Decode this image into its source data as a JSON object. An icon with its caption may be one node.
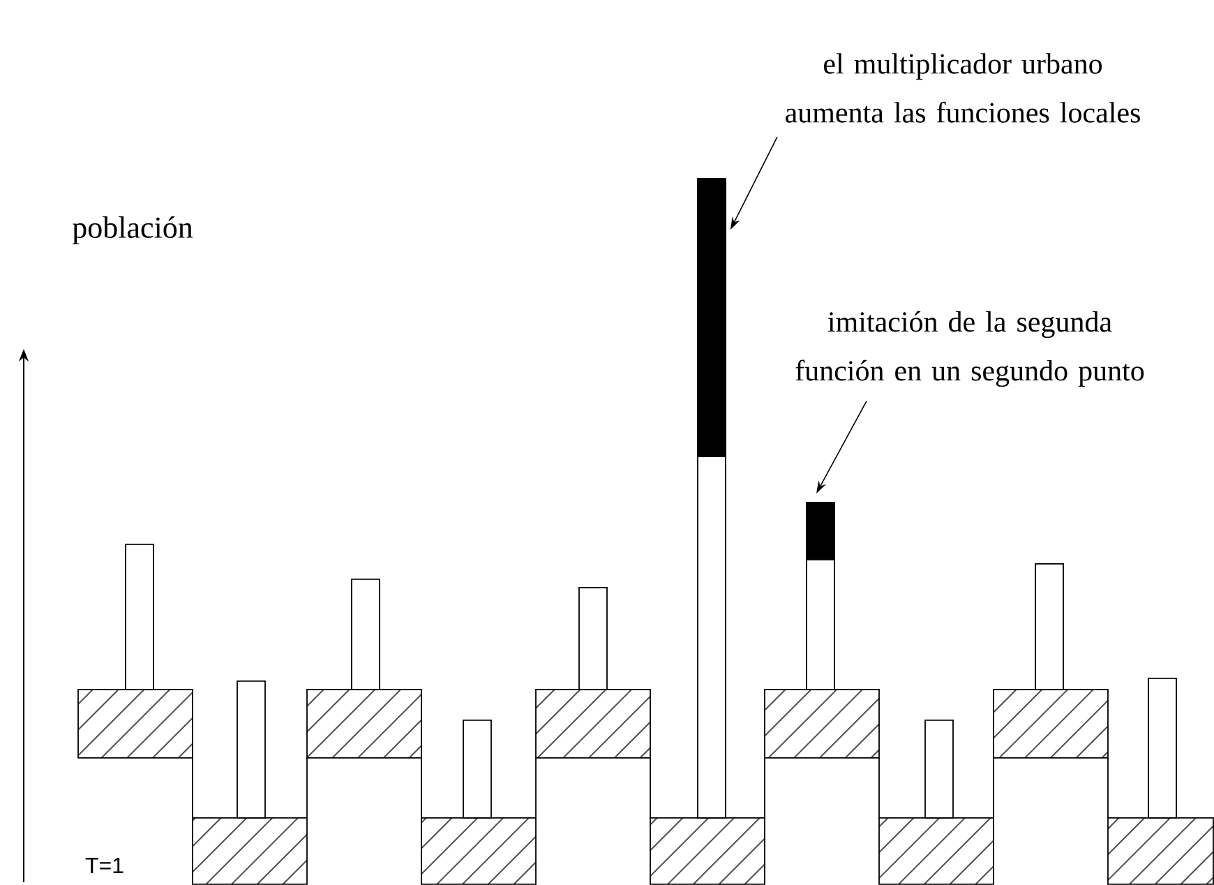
{
  "diagram": {
    "nodes": [
      {
        "text": [
          "el multiplicador urbano aumenta las funciones locales"
        ]
      },
      {
        "text": [],
        "shape": "bar"
      },
      {
        "text": [
          "imitación de la segunda función en un segundo punto"
        ]
      },
      {
        "text": [],
        "shape": "bar"
      }
    ],
    "edges": [
      {
        "from": 0,
        "to": 1,
        "arrow": "to"
      },
      {
        "from": 2,
        "to": 3,
        "arrow": "to"
      }
    ],
    "labels": [
      "población",
      "T=1"
    ]
  }
}
